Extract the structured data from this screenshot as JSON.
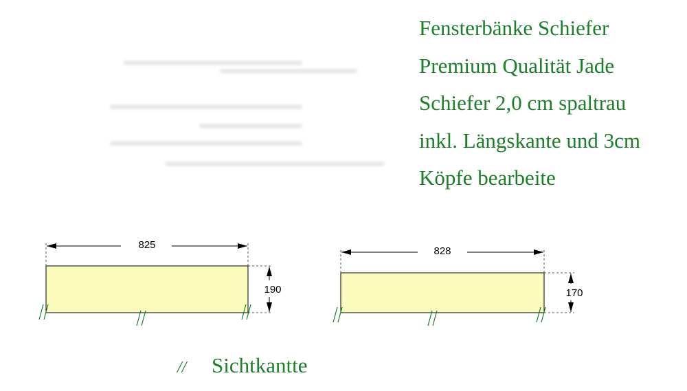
{
  "title_lines": [
    "Fensterbänke Schiefer",
    "Premium Qualität Jade",
    "Schiefer 2,0 cm spaltrau",
    "inkl. Längskante und 3cm",
    "Köpfe bearbeite"
  ],
  "pieces": [
    {
      "width_label": "825",
      "depth_label": "190"
    },
    {
      "width_label": "828",
      "depth_label": "170"
    }
  ],
  "legend": {
    "symbol": "//",
    "label": "Sichtkantte"
  },
  "colors": {
    "text_green": "#1a7f28",
    "piece_fill": "#fbfbbe",
    "outline": "#000000"
  }
}
